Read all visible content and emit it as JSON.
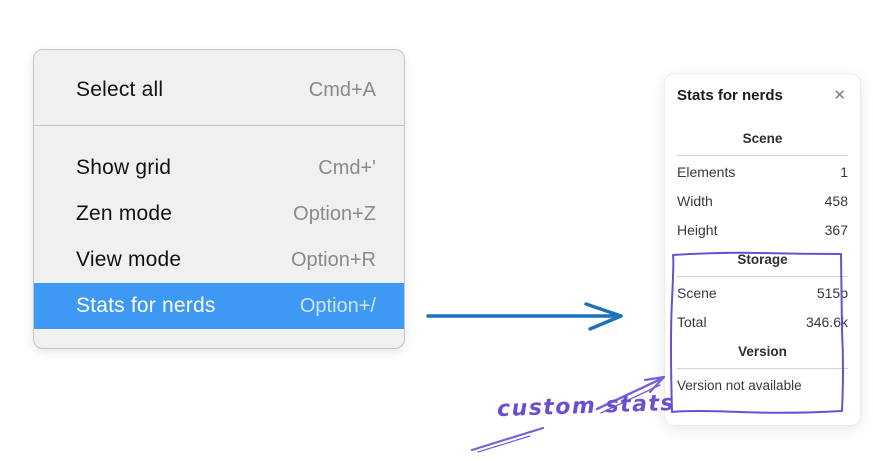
{
  "menu": {
    "highlight_color": "#3d99f4",
    "items": [
      {
        "label": "Select all",
        "shortcut": "Cmd+A"
      },
      {
        "label": "Show grid",
        "shortcut": "Cmd+'"
      },
      {
        "label": "Zen mode",
        "shortcut": "Option+Z"
      },
      {
        "label": "View mode",
        "shortcut": "Option+R"
      },
      {
        "label": "Stats for nerds",
        "shortcut": "Option+/"
      }
    ],
    "selected_item": "Stats for nerds"
  },
  "panel": {
    "title": "Stats for nerds",
    "close_icon": "✕",
    "sections": [
      {
        "header": "Scene",
        "rows": [
          {
            "label": "Elements",
            "value": "1"
          },
          {
            "label": "Width",
            "value": "458"
          },
          {
            "label": "Height",
            "value": "367"
          }
        ]
      },
      {
        "header": "Storage",
        "rows": [
          {
            "label": "Scene",
            "value": "515b"
          },
          {
            "label": "Total",
            "value": "346.6k"
          }
        ]
      },
      {
        "header": "Version",
        "note": "Version not available"
      }
    ]
  },
  "annotation": {
    "label": "custom stats",
    "color": "#6b4fcf"
  },
  "flow_arrow_color": "#1c71b8"
}
